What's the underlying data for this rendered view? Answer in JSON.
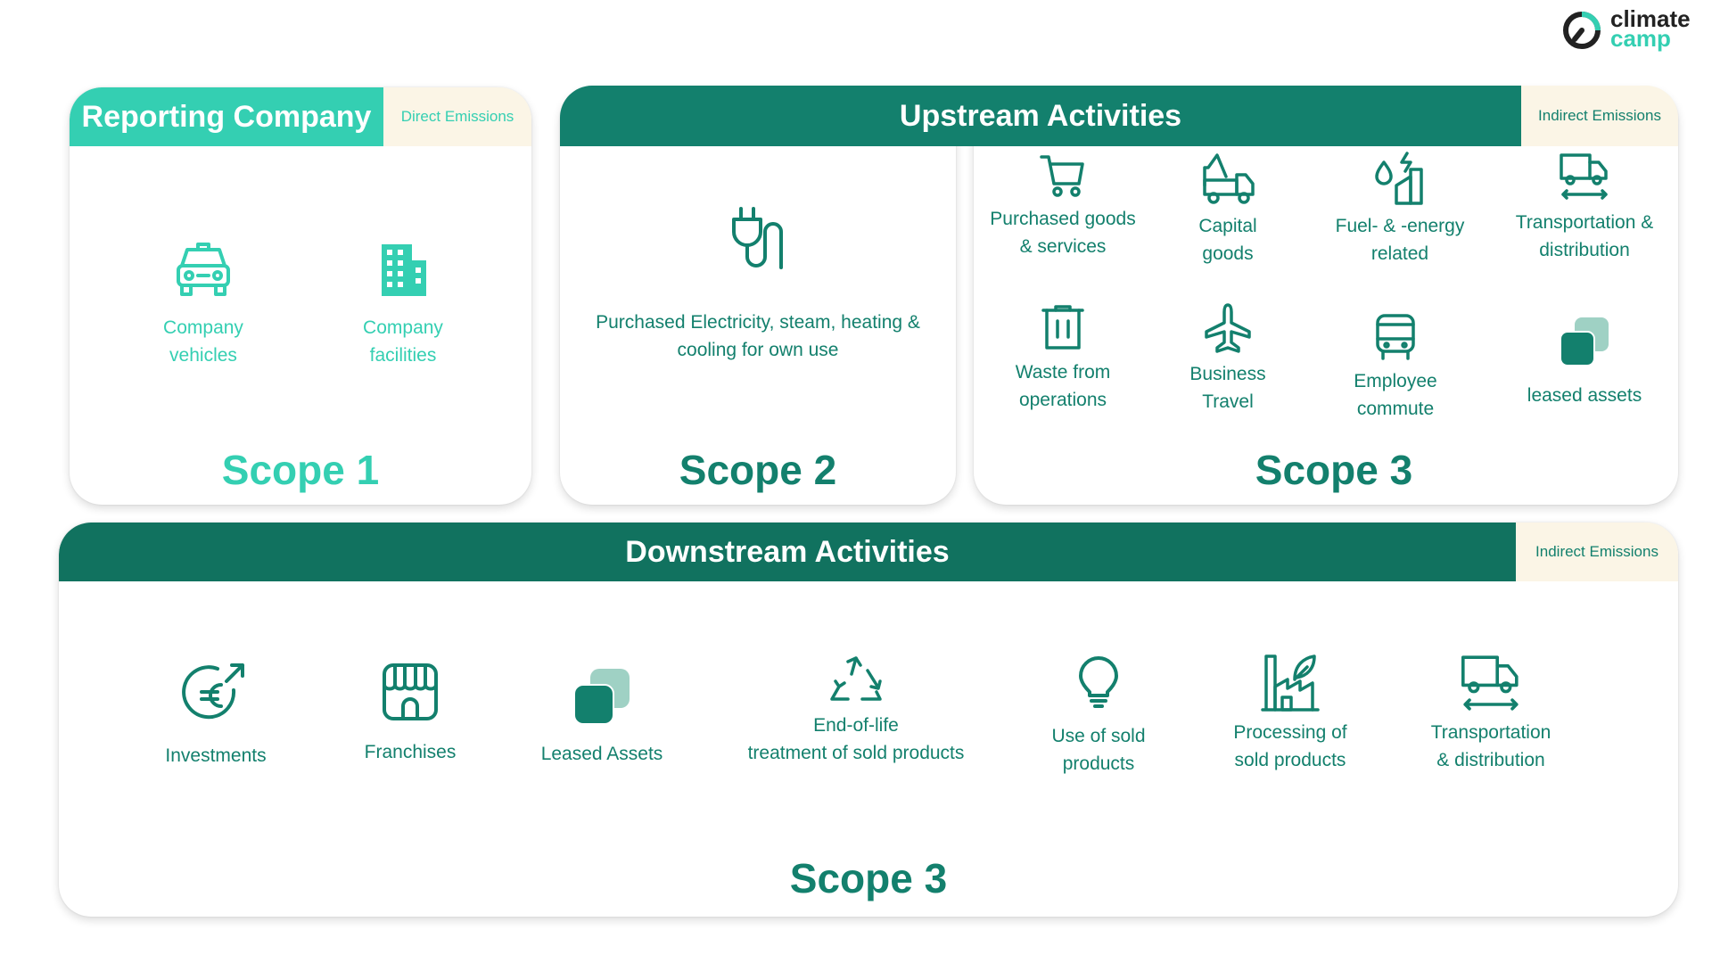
{
  "logo": {
    "line1": "climate",
    "line2": "camp"
  },
  "colors": {
    "mint": "#34cfb2",
    "teal": "#13806d",
    "dark_teal": "#11725f",
    "tag_bg": "#fbf5e6"
  },
  "reporting": {
    "title": "Reporting Company",
    "tag": "Direct Emissions",
    "items": [
      {
        "label": "Company\nvehicles",
        "icon": "car-icon"
      },
      {
        "label": "Company\nfacilities",
        "icon": "building-icon"
      }
    ],
    "scope": "Scope 1"
  },
  "upstream": {
    "title": "Upstream Activities",
    "tag": "Indirect Emissions",
    "scope2_item": {
      "label": "Purchased Electricity, steam, heating &\ncooling for own use",
      "icon": "plug-icon"
    },
    "scope2": "Scope 2",
    "items": [
      {
        "label": "Purchased goods\n& services",
        "icon": "cart-icon"
      },
      {
        "label": "Capital\ngoods",
        "icon": "truck-crane-icon"
      },
      {
        "label": "Fuel- & -energy\nrelated",
        "icon": "fuel-energy-icon"
      },
      {
        "label": "Transportation &\ndistribution",
        "icon": "delivery-truck-icon"
      },
      {
        "label": "Waste from\noperations",
        "icon": "trash-icon"
      },
      {
        "label": "Business\nTravel",
        "icon": "airplane-icon"
      },
      {
        "label": "Employee\ncommute",
        "icon": "bus-icon"
      },
      {
        "label": "leased assets",
        "icon": "leased-assets-icon"
      }
    ],
    "scope3": "Scope 3"
  },
  "downstream": {
    "title": "Downstream Activities",
    "tag": "Indirect Emissions",
    "items": [
      {
        "label": "Investments",
        "icon": "euro-growth-icon"
      },
      {
        "label": "Franchises",
        "icon": "storefront-icon"
      },
      {
        "label": "Leased Assets",
        "icon": "leased-assets-icon"
      },
      {
        "label": "End-of-life\ntreatment of sold products",
        "icon": "recycle-icon"
      },
      {
        "label": "Use of sold\nproducts",
        "icon": "lightbulb-icon"
      },
      {
        "label": "Processing of\nsold products",
        "icon": "factory-icon"
      },
      {
        "label": "Transportation\n& distribution",
        "icon": "delivery-truck-icon"
      }
    ],
    "scope": "Scope 3"
  }
}
